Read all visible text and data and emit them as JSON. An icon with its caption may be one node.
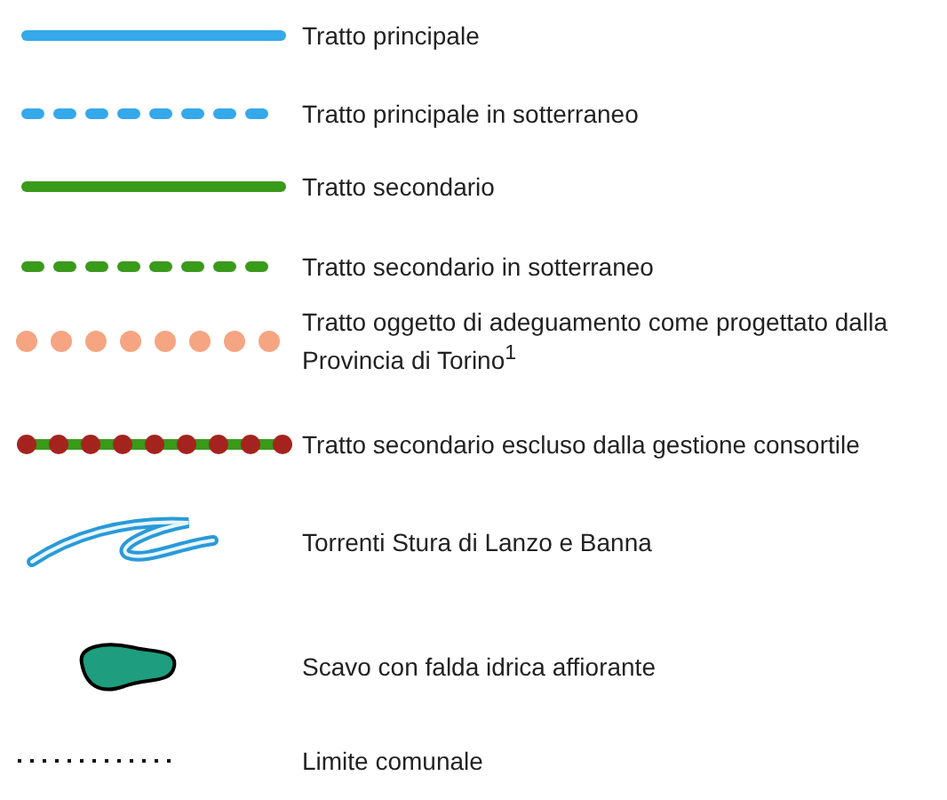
{
  "diagram": {
    "legend": [
      {
        "text": "Tratto principale"
      },
      {
        "text": "Tratto principale in sotterraneo"
      },
      {
        "text": "Tratto secondario"
      },
      {
        "text": "Tratto secondario in sotterraneo"
      },
      {
        "text": "Tratto oggetto di adeguamento come progettato dalla Provincia di Torino$^{1}$"
      },
      {
        "text": "Tratto secondario escluso dalla gestione consortile"
      },
      {
        "text": "Torrenti Stura di Lanzo e Banna"
      },
      {
        "text": "Scavo con falda idrica affiorante"
      },
      {
        "text": "Limite comunale"
      }
    ]
  }
}
